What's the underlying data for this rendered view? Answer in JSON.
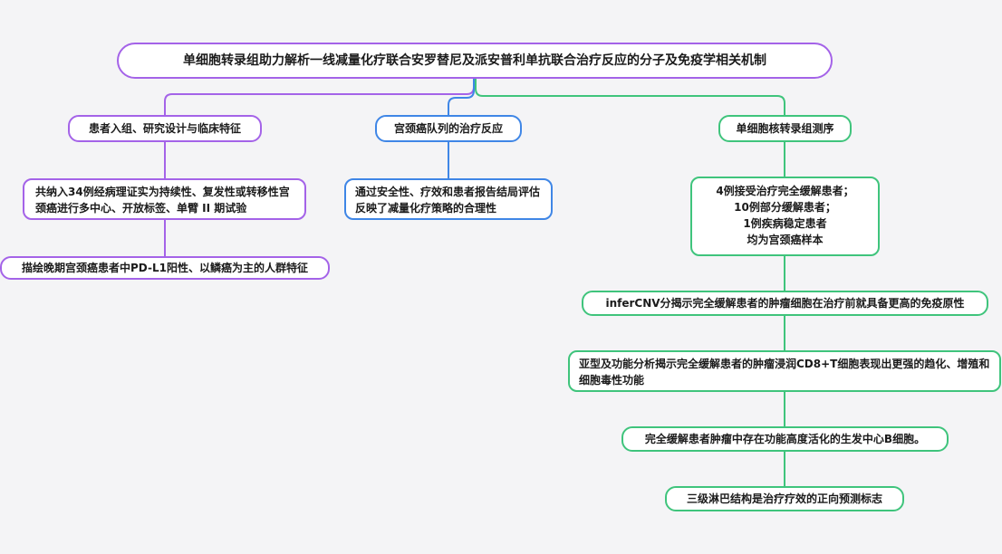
{
  "root": {
    "title": "单细胞转录组助力解析一线减量化疗联合安罗替尼及派安普利单抗联合治疗反应的分子及免疫学相关机制"
  },
  "branches": [
    {
      "label": "患者入组、研究设计与临床特征",
      "color": "#a463e8",
      "children": [
        "共纳入34例经病理证实为持续性、复发性或转移性宫颈癌进行多中心、开放标签、单臂 II 期试验",
        "描绘晚期宫颈癌患者中PD-L1阳性、以鳞癌为主的人群特征"
      ]
    },
    {
      "label": "宫颈癌队列的治疗反应",
      "color": "#3f86e6",
      "children": [
        "通过安全性、疗效和患者报告结局评估反映了减量化疗策略的合理性"
      ]
    },
    {
      "label": "单细胞核转录组测序",
      "color": "#3fc47c",
      "children": [
        "4例接受治疗完全缓解患者；",
        "10例部分缓解患者；",
        "1例疾病稳定患者",
        "均为宫颈癌样本",
        "inferCNV分揭示完全缓解患者的肿瘤细胞在治疗前就具备更高的免疫原性",
        "亚型及功能分析揭示完全缓解患者的肿瘤浸润CD8+T细胞表现出更强的趋化、增殖和细胞毒性功能",
        "完全缓解患者肿瘤中存在功能高度活化的生发中心B细胞。",
        "三级淋巴结构是治疗疗效的正向预测标志"
      ]
    }
  ]
}
